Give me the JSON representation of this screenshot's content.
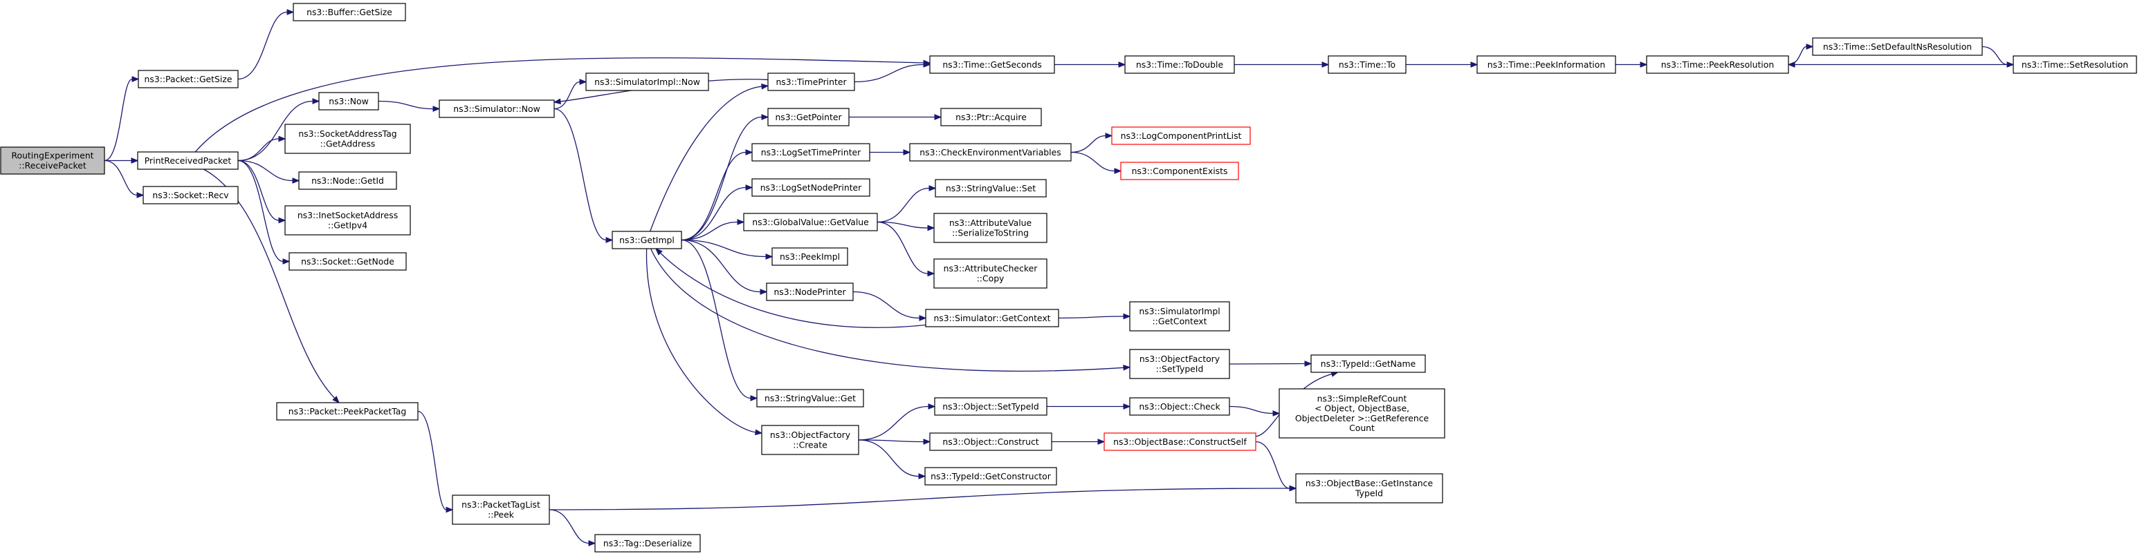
{
  "diagram": {
    "type": "call-graph",
    "nodes": [
      {
        "id": "receive",
        "lines": [
          "RoutingExperiment",
          "::ReceivePacket"
        ],
        "style": "root"
      },
      {
        "id": "print",
        "lines": [
          "PrintReceivedPacket"
        ],
        "style": "normal"
      },
      {
        "id": "recv",
        "lines": [
          "ns3::Socket::Recv"
        ],
        "style": "normal"
      },
      {
        "id": "pkt_getsize",
        "lines": [
          "ns3::Packet::GetSize"
        ],
        "style": "normal"
      },
      {
        "id": "buf_getsize",
        "lines": [
          "ns3::Buffer::GetSize"
        ],
        "style": "normal"
      },
      {
        "id": "now",
        "lines": [
          "ns3::Now"
        ],
        "style": "normal"
      },
      {
        "id": "sat_getaddr",
        "lines": [
          "ns3::SocketAddressTag",
          "::GetAddress"
        ],
        "style": "normal"
      },
      {
        "id": "node_getid",
        "lines": [
          "ns3::Node::GetId"
        ],
        "style": "normal"
      },
      {
        "id": "isa_getipv4",
        "lines": [
          "ns3::InetSocketAddress",
          "::GetIpv4"
        ],
        "style": "normal"
      },
      {
        "id": "sock_getnode",
        "lines": [
          "ns3::Socket::GetNode"
        ],
        "style": "normal"
      },
      {
        "id": "peekpackettag",
        "lines": [
          "ns3::Packet::PeekPacketTag"
        ],
        "style": "normal"
      },
      {
        "id": "ptl_peek",
        "lines": [
          "ns3::PacketTagList",
          "::Peek"
        ],
        "style": "normal"
      },
      {
        "id": "tag_deser",
        "lines": [
          "ns3::Tag::Deserialize"
        ],
        "style": "normal"
      },
      {
        "id": "sim_now",
        "lines": [
          "ns3::Simulator::Now"
        ],
        "style": "normal"
      },
      {
        "id": "simimpl_now",
        "lines": [
          "ns3::SimulatorImpl::Now"
        ],
        "style": "normal"
      },
      {
        "id": "getimpl",
        "lines": [
          "ns3::GetImpl"
        ],
        "style": "normal"
      },
      {
        "id": "timeprinter",
        "lines": [
          "ns3::TimePrinter"
        ],
        "style": "normal"
      },
      {
        "id": "getpointer",
        "lines": [
          "ns3::GetPointer"
        ],
        "style": "normal"
      },
      {
        "id": "logsettime",
        "lines": [
          "ns3::LogSetTimePrinter"
        ],
        "style": "normal"
      },
      {
        "id": "logsetnode",
        "lines": [
          "ns3::LogSetNodePrinter"
        ],
        "style": "normal"
      },
      {
        "id": "gv_getvalue",
        "lines": [
          "ns3::GlobalValue::GetValue"
        ],
        "style": "normal"
      },
      {
        "id": "peekimpl",
        "lines": [
          "ns3::PeekImpl"
        ],
        "style": "normal"
      },
      {
        "id": "nodeprinter",
        "lines": [
          "ns3::NodePrinter"
        ],
        "style": "normal"
      },
      {
        "id": "sv_get",
        "lines": [
          "ns3::StringValue::Get"
        ],
        "style": "normal"
      },
      {
        "id": "of_create",
        "lines": [
          "ns3::ObjectFactory",
          "::Create"
        ],
        "style": "normal"
      },
      {
        "id": "time_getsec",
        "lines": [
          "ns3::Time::GetSeconds"
        ],
        "style": "normal"
      },
      {
        "id": "time_todouble",
        "lines": [
          "ns3::Time::ToDouble"
        ],
        "style": "normal"
      },
      {
        "id": "time_to",
        "lines": [
          "ns3::Time::To"
        ],
        "style": "normal"
      },
      {
        "id": "time_peekinfo",
        "lines": [
          "ns3::Time::PeekInformation"
        ],
        "style": "normal"
      },
      {
        "id": "time_peekres",
        "lines": [
          "ns3::Time::PeekResolution"
        ],
        "style": "normal"
      },
      {
        "id": "time_setdefres",
        "lines": [
          "ns3::Time::SetDefaultNsResolution"
        ],
        "style": "normal"
      },
      {
        "id": "time_setres",
        "lines": [
          "ns3::Time::SetResolution"
        ],
        "style": "normal"
      },
      {
        "id": "ptr_acquire",
        "lines": [
          "ns3::Ptr::Acquire"
        ],
        "style": "normal"
      },
      {
        "id": "checkenv",
        "lines": [
          "ns3::CheckEnvironmentVariables"
        ],
        "style": "normal"
      },
      {
        "id": "logcompprint",
        "lines": [
          "ns3::LogComponentPrintList"
        ],
        "style": "red"
      },
      {
        "id": "compexists",
        "lines": [
          "ns3::ComponentExists"
        ],
        "style": "red"
      },
      {
        "id": "sv_set",
        "lines": [
          "ns3::StringValue::Set"
        ],
        "style": "normal"
      },
      {
        "id": "av_ser",
        "lines": [
          "ns3::AttributeValue",
          "::SerializeToString"
        ],
        "style": "normal"
      },
      {
        "id": "ac_copy",
        "lines": [
          "ns3::AttributeChecker",
          "::Copy"
        ],
        "style": "normal"
      },
      {
        "id": "sim_getctx",
        "lines": [
          "ns3::Simulator::GetContext"
        ],
        "style": "normal"
      },
      {
        "id": "simimpl_getctx",
        "lines": [
          "ns3::SimulatorImpl",
          "::GetContext"
        ],
        "style": "normal"
      },
      {
        "id": "of_settypeid",
        "lines": [
          "ns3::ObjectFactory",
          "::SetTypeId"
        ],
        "style": "normal"
      },
      {
        "id": "typeid_getname",
        "lines": [
          "ns3::TypeId::GetName"
        ],
        "style": "normal"
      },
      {
        "id": "obj_settypeid",
        "lines": [
          "ns3::Object::SetTypeId"
        ],
        "style": "normal"
      },
      {
        "id": "obj_check",
        "lines": [
          "ns3::Object::Check"
        ],
        "style": "normal"
      },
      {
        "id": "simplerefcount",
        "lines": [
          "ns3::SimpleRefCount",
          "< Object, ObjectBase,",
          " ObjectDeleter >::GetReference",
          "Count"
        ],
        "style": "normal"
      },
      {
        "id": "obj_construct",
        "lines": [
          "ns3::Object::Construct"
        ],
        "style": "normal"
      },
      {
        "id": "ob_constructself",
        "lines": [
          "ns3::ObjectBase::ConstructSelf"
        ],
        "style": "red"
      },
      {
        "id": "typeid_getctor",
        "lines": [
          "ns3::TypeId::GetConstructor"
        ],
        "style": "normal"
      },
      {
        "id": "ob_getinsttypeid",
        "lines": [
          "ns3::ObjectBase::GetInstance",
          "TypeId"
        ],
        "style": "normal"
      }
    ],
    "edges": [
      [
        "receive",
        "pkt_getsize"
      ],
      [
        "receive",
        "print"
      ],
      [
        "receive",
        "recv"
      ],
      [
        "pkt_getsize",
        "buf_getsize"
      ],
      [
        "print",
        "time_getsec"
      ],
      [
        "print",
        "now"
      ],
      [
        "print",
        "sat_getaddr"
      ],
      [
        "print",
        "node_getid"
      ],
      [
        "print",
        "isa_getipv4"
      ],
      [
        "print",
        "sock_getnode"
      ],
      [
        "print",
        "peekpackettag"
      ],
      [
        "now",
        "sim_now"
      ],
      [
        "sim_now",
        "simimpl_now"
      ],
      [
        "sim_now",
        "getimpl"
      ],
      [
        "timeprinter",
        "sim_now"
      ],
      [
        "timeprinter",
        "time_getsec"
      ],
      [
        "getimpl",
        "timeprinter"
      ],
      [
        "getimpl",
        "getpointer"
      ],
      [
        "getimpl",
        "logsettime"
      ],
      [
        "getimpl",
        "logsetnode"
      ],
      [
        "getimpl",
        "gv_getvalue"
      ],
      [
        "getimpl",
        "peekimpl"
      ],
      [
        "getimpl",
        "nodeprinter"
      ],
      [
        "getimpl",
        "sv_get"
      ],
      [
        "getimpl",
        "of_create"
      ],
      [
        "getimpl",
        "of_settypeid"
      ],
      [
        "sim_getctx",
        "getimpl"
      ],
      [
        "sim_getctx",
        "simimpl_getctx"
      ],
      [
        "getpointer",
        "ptr_acquire"
      ],
      [
        "logsettime",
        "checkenv"
      ],
      [
        "checkenv",
        "logcompprint"
      ],
      [
        "checkenv",
        "compexists"
      ],
      [
        "gv_getvalue",
        "sv_set"
      ],
      [
        "gv_getvalue",
        "av_ser"
      ],
      [
        "gv_getvalue",
        "ac_copy"
      ],
      [
        "nodeprinter",
        "sim_getctx"
      ],
      [
        "time_getsec",
        "time_todouble"
      ],
      [
        "time_todouble",
        "time_to"
      ],
      [
        "time_to",
        "time_peekinfo"
      ],
      [
        "time_peekinfo",
        "time_peekres"
      ],
      [
        "time_peekres",
        "time_setdefres"
      ],
      [
        "time_setdefres",
        "time_setres"
      ],
      [
        "time_setres",
        "time_peekres"
      ],
      [
        "of_settypeid",
        "typeid_getname"
      ],
      [
        "of_create",
        "obj_settypeid"
      ],
      [
        "of_create",
        "obj_construct"
      ],
      [
        "of_create",
        "typeid_getctor"
      ],
      [
        "obj_settypeid",
        "obj_check"
      ],
      [
        "obj_check",
        "simplerefcount"
      ],
      [
        "obj_construct",
        "ob_constructself"
      ],
      [
        "ob_constructself",
        "typeid_getname"
      ],
      [
        "ob_constructself",
        "ob_getinsttypeid"
      ],
      [
        "peekpackettag",
        "ptl_peek"
      ],
      [
        "ptl_peek",
        "tag_deser"
      ],
      [
        "ptl_peek",
        "ob_getinsttypeid"
      ]
    ],
    "colors": {
      "edge": "#191970",
      "node_border": "#000000",
      "node_fill": "#ffffff",
      "root_fill": "#bfbfbf",
      "undocumented_border": "#ff0000"
    }
  }
}
